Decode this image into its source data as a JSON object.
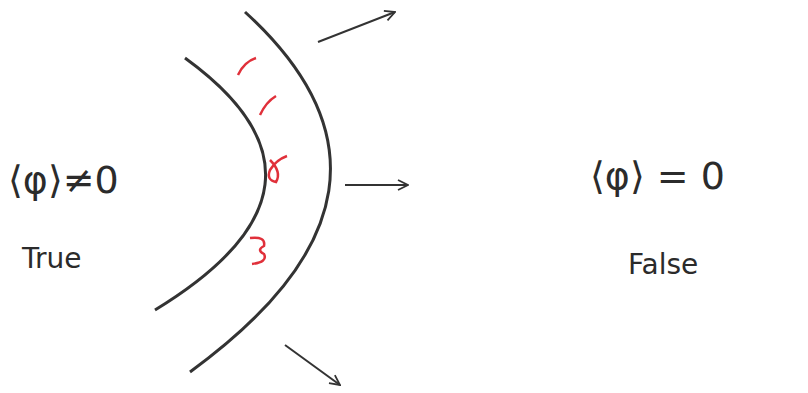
{
  "diagram": {
    "labels": [
      "⟨φ⟩≠0",
      "True",
      "⟨φ⟩ = 0",
      "False"
    ]
  }
}
